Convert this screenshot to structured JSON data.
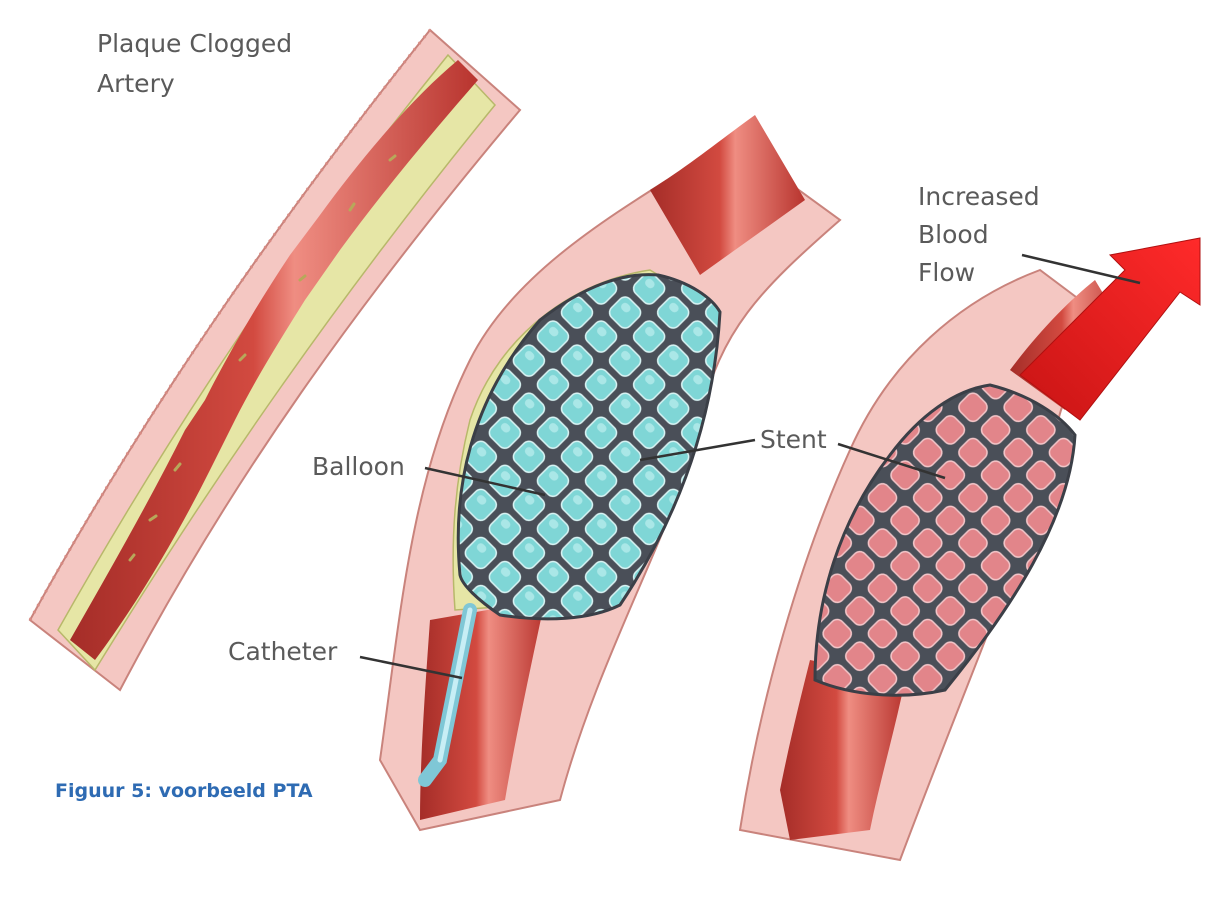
{
  "labels": {
    "plaque": [
      "Plaque Clogged",
      "Artery"
    ],
    "balloon": "Balloon",
    "catheter": "Catheter",
    "stent": "Stent",
    "flow": [
      "Increased",
      "Blood",
      "Flow"
    ]
  },
  "caption": "Figuur 5: voorbeeld PTA",
  "colors": {
    "outer_wall": "#f4c7c2",
    "wall_stroke": "#c9837c",
    "lumen": "#c8423a",
    "lumen_highlight": "#ef8d82",
    "plaque": "#e6e6a6",
    "balloon_cell": "#7fd6d6",
    "stent_wire": "#4a4f58",
    "stent_cell_expanded": "#e2858a",
    "catheter": "#9fd9e6",
    "arrow": "#e01818",
    "caption": "#2e6bb3"
  }
}
